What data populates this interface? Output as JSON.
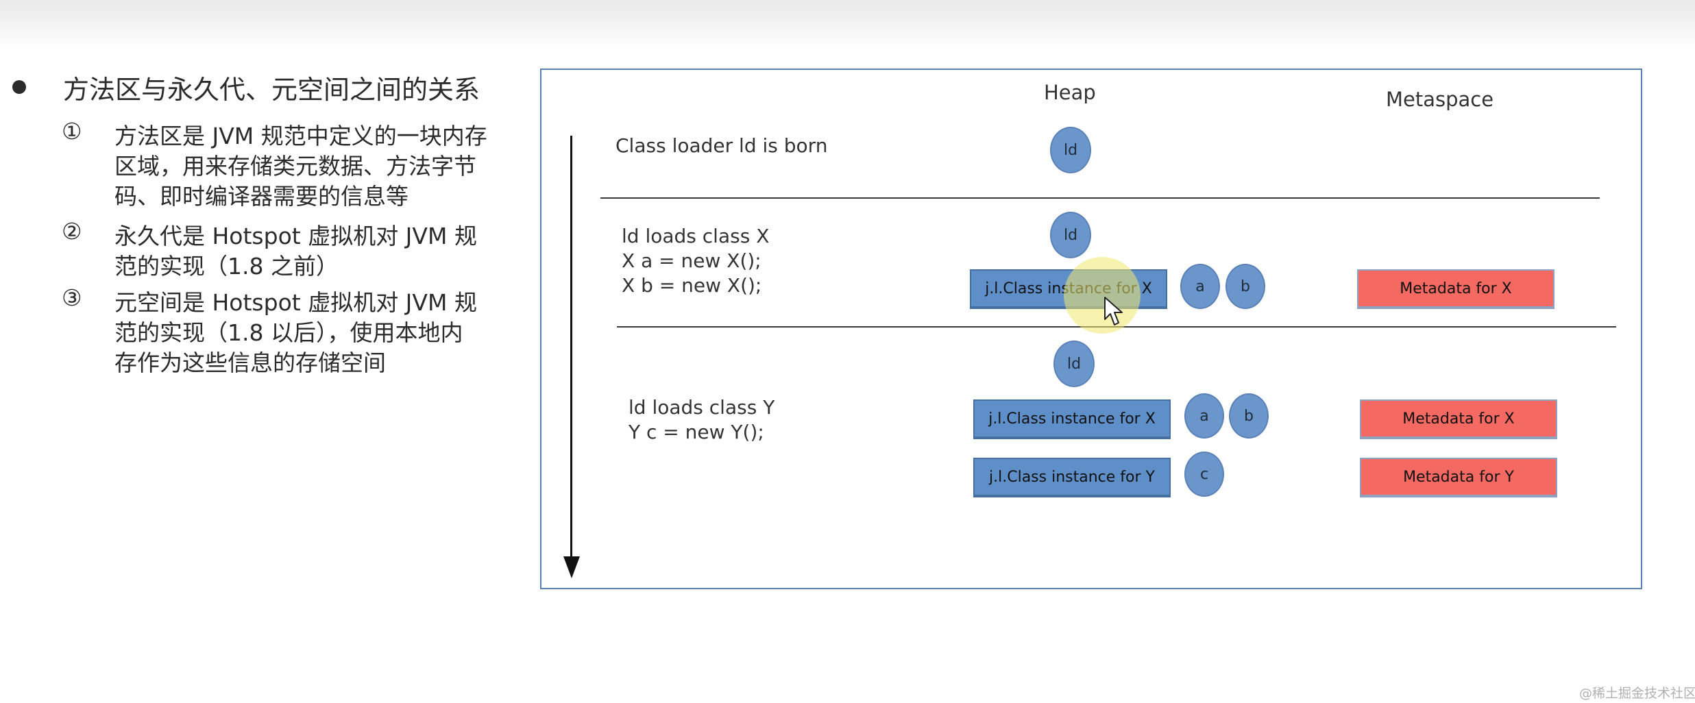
{
  "left_panel": {
    "heading": "方法区与永久代、元空间之间的关系",
    "items": [
      {
        "num": "①",
        "lines": [
          "方法区是 JVM 规范中定义的一块内存",
          "区域，用来存储类元数据、方法字节",
          "码、即时编译器需要的信息等"
        ]
      },
      {
        "num": "②",
        "lines": [
          "永久代是 Hotspot 虚拟机对 JVM 规",
          "范的实现（1.8 之前）"
        ]
      },
      {
        "num": "③",
        "lines": [
          "元空间是 Hotspot 虚拟机对 JVM 规",
          "范的实现（1.8 以后），使用本地内",
          "存作为这些信息的存储空间"
        ]
      }
    ]
  },
  "diagram": {
    "headers": {
      "heap": "Heap",
      "metaspace": "Metaspace"
    },
    "section1": {
      "label": "Class loader ld is born",
      "loader": "ld"
    },
    "section2": {
      "lines": [
        "ld loads class X",
        "X a = new X();",
        "X b = new X();"
      ],
      "loader": "ld",
      "class_instance_x": "j.l.Class instance for X",
      "objects": [
        "a",
        "b"
      ],
      "metadata_x": "Metadata for X"
    },
    "section3": {
      "lines": [
        "ld loads class Y",
        "Y c = new Y();"
      ],
      "loader": "ld",
      "class_instance_x": "j.l.Class instance for X",
      "class_instance_y": "j.l.Class instance for Y",
      "objects_x": [
        "a",
        "b"
      ],
      "objects_y": [
        "c"
      ],
      "metadata_x": "Metadata for X",
      "metadata_y": "Metadata for Y"
    },
    "colors": {
      "heap_box": "#5e8fc9",
      "object_oval": "#6b96cb",
      "metadata_box": "#f46a62",
      "frame_border": "#5a7fb5"
    }
  },
  "watermark": "@稀土掘金技术社区"
}
